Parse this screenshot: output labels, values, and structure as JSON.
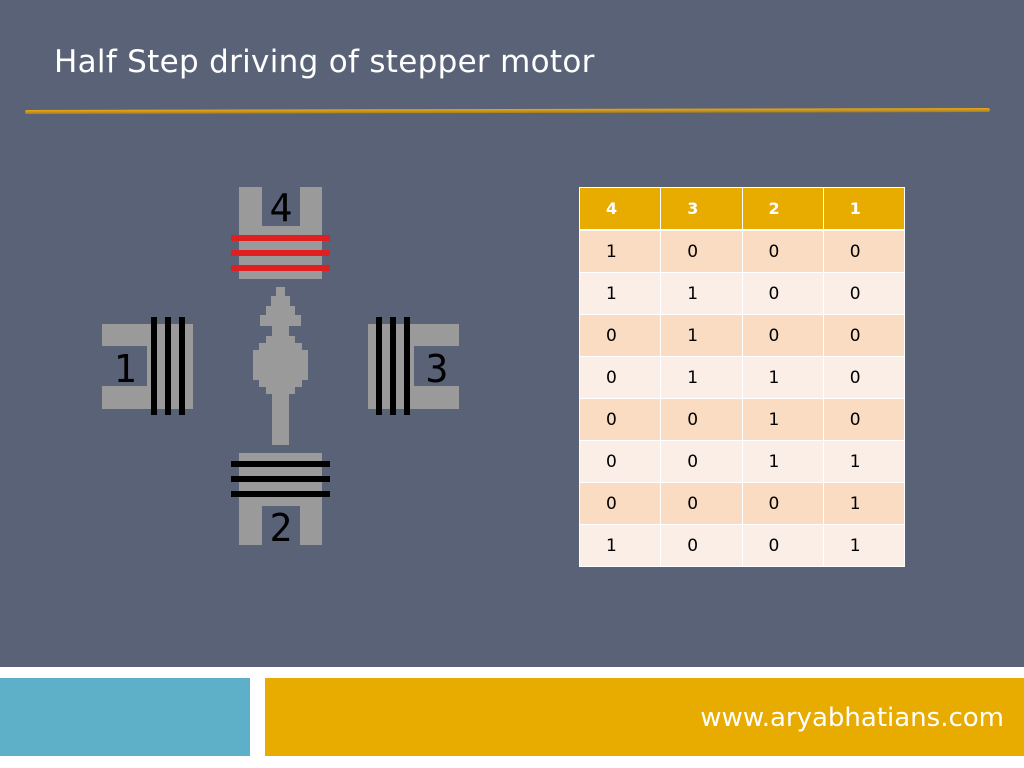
{
  "slide": {
    "title": "Half Step driving of stepper motor",
    "footer_url": "www.aryabhatians.com"
  },
  "colors": {
    "background": "#5a6277",
    "accent_gold": "#e8ab00",
    "accent_blue": "#5eb0c8",
    "energized_coil": "#e02020",
    "idle_coil": "#000000",
    "motor_body": "#9a9a9a"
  },
  "diagram": {
    "poles": [
      {
        "label": "4",
        "state": "energized"
      },
      {
        "label": "1",
        "state": "off"
      },
      {
        "label": "3",
        "state": "off"
      },
      {
        "label": "2",
        "state": "off"
      }
    ],
    "rotor_direction": "up"
  },
  "table": {
    "headers": [
      "4",
      "3",
      "2",
      "1"
    ],
    "rows": [
      [
        "1",
        "0",
        "0",
        "0"
      ],
      [
        "1",
        "1",
        "0",
        "0"
      ],
      [
        "0",
        "1",
        "0",
        "0"
      ],
      [
        "0",
        "1",
        "1",
        "0"
      ],
      [
        "0",
        "0",
        "1",
        "0"
      ],
      [
        "0",
        "0",
        "1",
        "1"
      ],
      [
        "0",
        "0",
        "0",
        "1"
      ],
      [
        "1",
        "0",
        "0",
        "1"
      ]
    ]
  }
}
